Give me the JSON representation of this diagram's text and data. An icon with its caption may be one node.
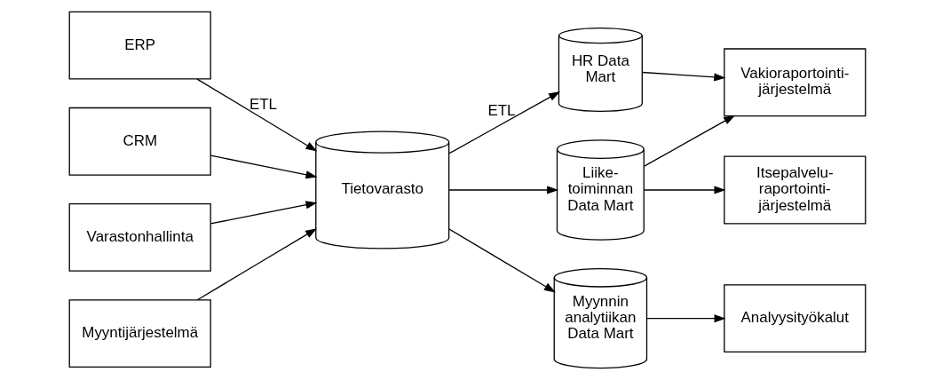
{
  "diagram": {
    "nodes": [
      {
        "text": [
          "ERP"
        ]
      },
      {
        "text": [
          "CRM"
        ]
      },
      {
        "text": [
          "Varastonhallinta"
        ]
      },
      {
        "text": [
          "Myyntijärjestelmä"
        ]
      },
      {
        "text": [
          "Tietovarasto"
        ]
      },
      {
        "text": [
          "HR Data Mart"
        ]
      },
      {
        "text": [
          "Liike- toiminnan Data Mart"
        ]
      },
      {
        "text": [
          "Myynnin analytiikan Data Mart"
        ]
      },
      {
        "text": [
          "Vakioraportointi- järjestelmä"
        ]
      },
      {
        "text": [
          "Itsepalvelu- raportointi- järjestelmä"
        ]
      },
      {
        "text": [
          "Analyysityökalut"
        ]
      }
    ],
    "edges": [
      {
        "from": 0,
        "to": 4,
        "arrow": "to",
        "label": "ETL"
      },
      {
        "from": 1,
        "to": 4,
        "arrow": "to"
      },
      {
        "from": 2,
        "to": 4,
        "arrow": "to"
      },
      {
        "from": 3,
        "to": 4,
        "arrow": "to"
      },
      {
        "from": 4,
        "to": 5,
        "arrow": "to",
        "label": "ETL"
      },
      {
        "from": 4,
        "to": 6,
        "arrow": "to"
      },
      {
        "from": 4,
        "to": 7,
        "arrow": "to"
      },
      {
        "from": 5,
        "to": 8,
        "arrow": "to"
      },
      {
        "from": 6,
        "to": 8,
        "arrow": "to"
      },
      {
        "from": 6,
        "to": 9,
        "arrow": "to"
      },
      {
        "from": 7,
        "to": 10,
        "arrow": "to"
      }
    ]
  }
}
